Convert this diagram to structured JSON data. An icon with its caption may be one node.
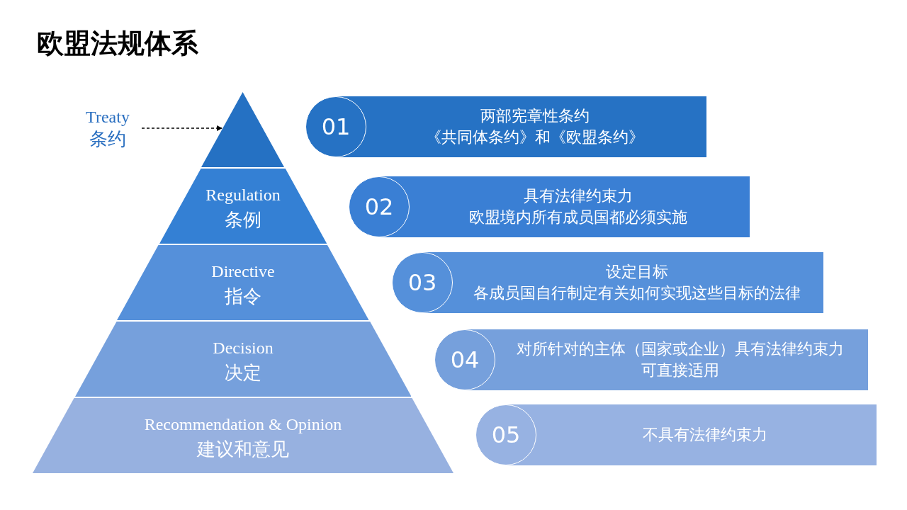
{
  "diagram": {
    "title": "欧盟法规体系",
    "nodes": [
      {
        "text": [
          "Treaty",
          "条约"
        ]
      },
      {
        "text": [],
        "shape": "triangle"
      },
      {
        "text": [
          "Regulation",
          "条例"
        ]
      },
      {
        "text": [
          "Directive",
          "指令"
        ]
      },
      {
        "text": [
          "Decision",
          "决定"
        ]
      },
      {
        "text": [
          "Recommendation & Opinion",
          "建议和意见"
        ]
      },
      {
        "text": [
          "两部宪章性条约",
          "《共同体条约》和《欧盟条约》"
        ]
      },
      {
        "text": [
          "01"
        ]
      },
      {
        "text": [
          "具有法律约束力",
          "欧盟境内所有成员国都必须实施"
        ]
      },
      {
        "text": [
          "02"
        ]
      },
      {
        "text": [
          "设定目标",
          "各成员国自行制定有关如何实现这些目标的法律"
        ]
      },
      {
        "text": [
          "03"
        ]
      },
      {
        "text": [
          "对所针对的主体（国家或企业）具有法律约束力",
          "可直接适用"
        ]
      },
      {
        "text": [
          "04"
        ]
      },
      {
        "text": [
          "不具有法律约束力"
        ]
      },
      {
        "text": [
          "05"
        ]
      }
    ],
    "edges": [
      {
        "from": 0,
        "to": 1,
        "arrow": "to",
        "style": "dashed"
      }
    ]
  }
}
